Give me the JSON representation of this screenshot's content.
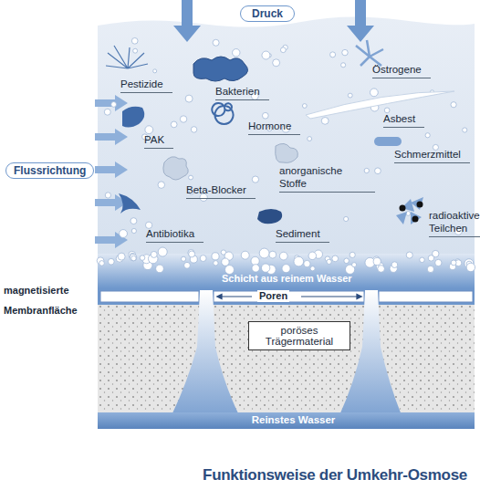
{
  "diagram": {
    "title": "Funktionsweise der Umkehr-Osmose",
    "nodes": [
      {
        "text": [
          "Druck"
        ]
      },
      {
        "text": [
          "Flussrichtung"
        ]
      },
      {
        "text": [
          "poröses Trägermaterial"
        ]
      },
      {
        "text": [
          "Reinstes Wasser"
        ]
      }
    ],
    "edges": [],
    "labels": [
      "Pestizide",
      "Bakterien",
      "Östrogene",
      "PAK",
      "Hormone",
      "Asbest",
      "Schmerzmittel",
      "Beta-Blocker",
      "anorganische Stoffe",
      "Antibiotika",
      "Sediment",
      "radioaktive Teilchen",
      "Schicht aus reinem Wasser",
      "Poren",
      "magnetisierte Membranfläche"
    ]
  }
}
